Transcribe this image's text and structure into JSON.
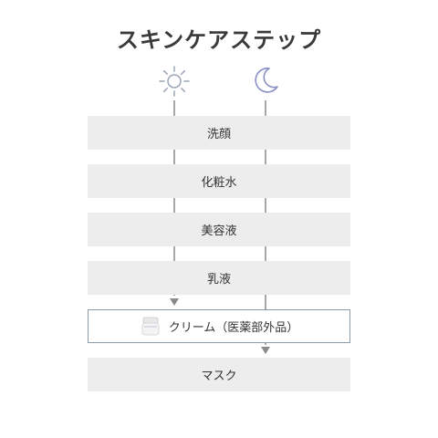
{
  "title": "スキンケアステップ",
  "icons": {
    "day": "sun-icon",
    "night": "moon-icon"
  },
  "colors": {
    "day_icon": "#9aa6b6",
    "night_icon": "#8a8fc6",
    "guide": "#8a8a8a",
    "step_bg": "#ededed",
    "highlight_border": "#8f9aa7"
  },
  "steps": [
    {
      "label": "洗顔"
    },
    {
      "label": "化粧水"
    },
    {
      "label": "美容液"
    },
    {
      "label": "乳液"
    },
    {
      "label": "クリーム（医薬部外品）",
      "icon": "cream-jar-icon",
      "highlight": true
    },
    {
      "label": "マスク"
    }
  ]
}
